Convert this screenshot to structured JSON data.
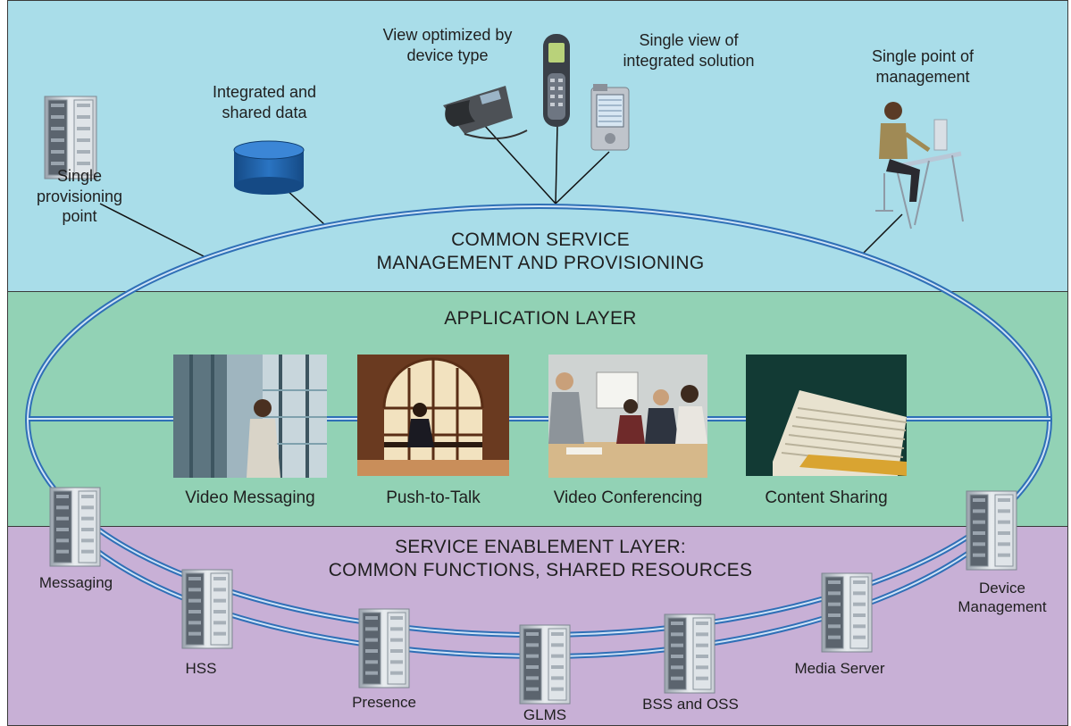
{
  "top_layer": {
    "title_line1": "COMMON SERVICE",
    "title_line2": "MANAGEMENT AND PROVISIONING",
    "provisioning": "Single provisioning point",
    "provisioning_line1": "Single",
    "provisioning_line2": "provisioning",
    "provisioning_line3": "point",
    "data_line1": "Integrated and",
    "data_line2": "shared data",
    "device_line1": "View optimized by",
    "device_line2": "device type",
    "integrated_line1": "Single view of",
    "integrated_line2": "integrated solution",
    "management_line1": "Single point of",
    "management_line2": "management"
  },
  "application_layer": {
    "title": "APPLICATION LAYER",
    "apps": [
      {
        "label": "Video Messaging",
        "icon": "person-in-office-photo"
      },
      {
        "label": "Push-to-Talk",
        "icon": "person-on-phone-photo"
      },
      {
        "label": "Video Conferencing",
        "icon": "meeting-photo"
      },
      {
        "label": "Content Sharing",
        "icon": "documents-photo"
      }
    ]
  },
  "service_layer": {
    "title_line1": "SERVICE ENABLEMENT LAYER:",
    "title_line2": "COMMON FUNCTIONS, SHARED RESOURCES",
    "servers": [
      {
        "label": "Messaging"
      },
      {
        "label": "HSS"
      },
      {
        "label": "Presence"
      },
      {
        "label": "GLMS"
      },
      {
        "label": "BSS and OSS"
      },
      {
        "label": "Media Server"
      },
      {
        "label": "Device Management",
        "line1": "Device",
        "line2": "Management"
      }
    ]
  },
  "colors": {
    "top_band": "#a9dde9",
    "mid_band": "#92d2b5",
    "bottom_band": "#c8b0d6",
    "ring": "#4a86c8",
    "database": "#1c5fa8"
  }
}
